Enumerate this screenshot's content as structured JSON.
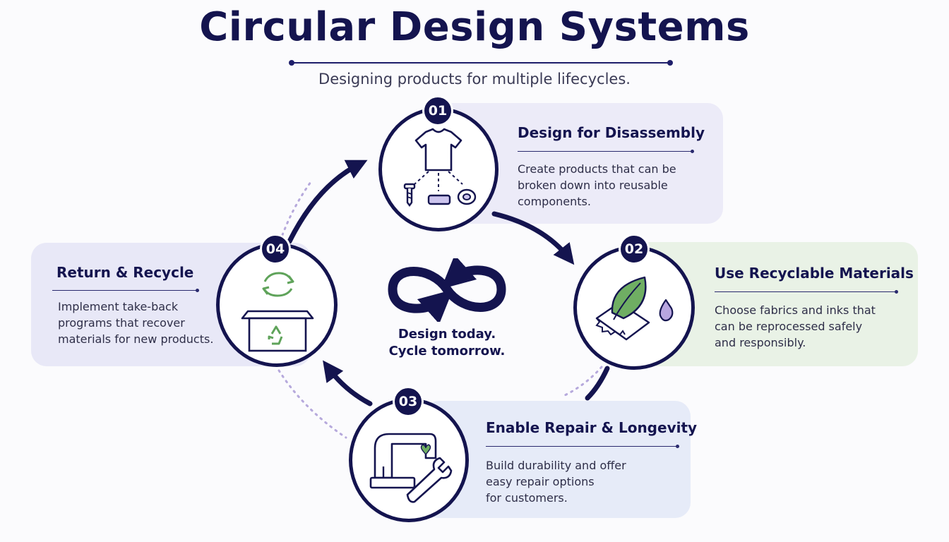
{
  "title": "Circular Design Systems",
  "subtitle": "Designing products for multiple lifecycles.",
  "center": {
    "line1": "Design today.",
    "line2": "Cycle tomorrow.",
    "icon": "infinity-loop-icon"
  },
  "steps": [
    {
      "number": "01",
      "title": "Design for Disassembly",
      "description": "Create products that can be\nbroken down into reusable\ncomponents.",
      "icon": "t-shirt-components-icon",
      "card_color": "#ecebf8"
    },
    {
      "number": "02",
      "title": "Use Recyclable Materials",
      "description": "Choose fabrics and inks that\ncan be reprocessed safely\nand responsibly.",
      "icon": "leaf-fabric-ink-icon",
      "card_color": "#e9f2e6"
    },
    {
      "number": "03",
      "title": "Enable Repair & Longevity",
      "description": "Build durability and offer\neasy repair options\nfor customers.",
      "icon": "sewing-machine-wrench-icon",
      "card_color": "#e6ebf8"
    },
    {
      "number": "04",
      "title": "Return & Recycle",
      "description": "Implement take-back\nprograms that recover\nmaterials for new products.",
      "icon": "recycle-box-icon",
      "card_color": "#e8e8f7"
    }
  ],
  "colors": {
    "navy": "#14144f",
    "green": "#5fa35a",
    "lavender": "#b6a9dc"
  }
}
